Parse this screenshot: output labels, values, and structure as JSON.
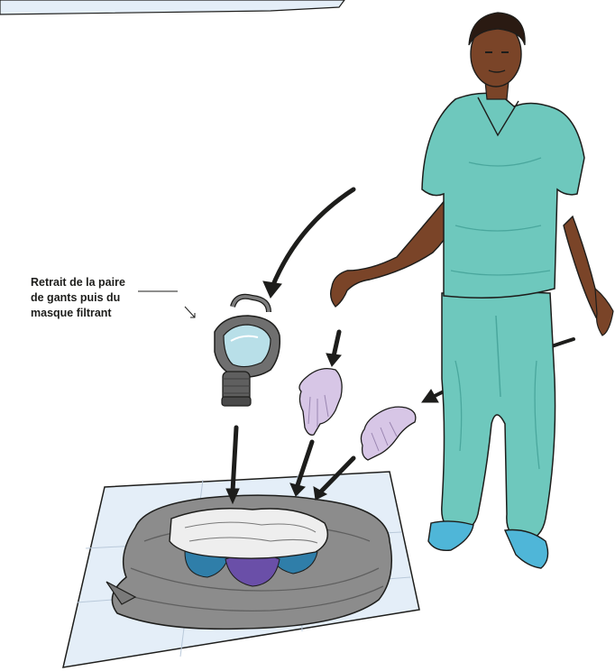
{
  "caption": {
    "lines": [
      "Retrait de la paire",
      "de gants puis du",
      "masque filtrant"
    ]
  },
  "colors": {
    "scrubs": "#6ec8bd",
    "scrubs_shadow": "#4aa79d",
    "skin": "#7a4428",
    "shoes": "#4fb6d8",
    "glove": "#d7c6e6",
    "bag": "#8c8c8c",
    "sheet": "#e4eef8",
    "gown": "#eeeeee",
    "blue_item": "#2f7ea9",
    "purple_item": "#6a4fa8"
  },
  "icons": {
    "mask": "gas-mask-icon",
    "glove": "glove-icon",
    "arrow": "arrow-icon"
  }
}
